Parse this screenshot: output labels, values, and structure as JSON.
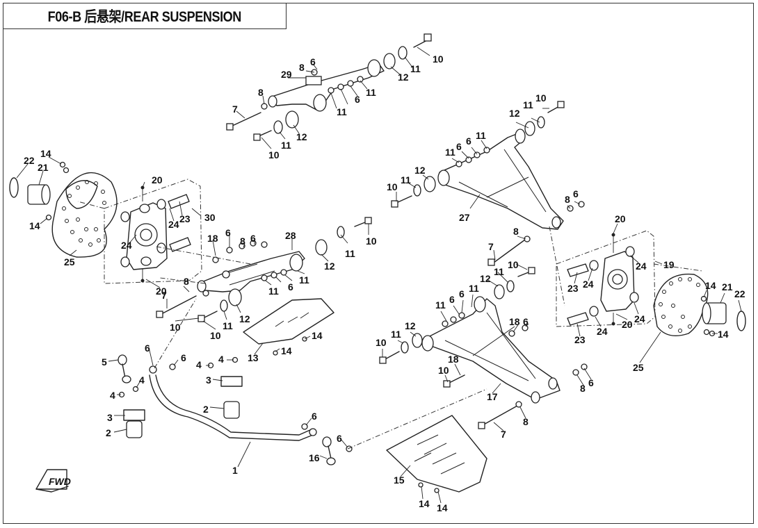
{
  "title": "F06-B 后悬架/REAR SUSPENSION",
  "fwd_marker": {
    "text": "FWD"
  },
  "labels": [
    {
      "id": "l10a",
      "text": "10"
    },
    {
      "id": "l11a",
      "text": "11"
    },
    {
      "id": "l12a",
      "text": "12"
    },
    {
      "id": "l8a",
      "text": "8"
    },
    {
      "id": "l6a",
      "text": "6"
    },
    {
      "id": "l29",
      "text": "29"
    },
    {
      "id": "l8b",
      "text": "8"
    },
    {
      "id": "l7a",
      "text": "7"
    },
    {
      "id": "l11b",
      "text": "11"
    },
    {
      "id": "l6b",
      "text": "6"
    },
    {
      "id": "l11c",
      "text": "11"
    },
    {
      "id": "l10b",
      "text": "10"
    },
    {
      "id": "l11d",
      "text": "11"
    },
    {
      "id": "l12b",
      "text": "12"
    },
    {
      "id": "l10c",
      "text": "10"
    },
    {
      "id": "l11e",
      "text": "11"
    },
    {
      "id": "l12c",
      "text": "12"
    },
    {
      "id": "l11f",
      "text": "11"
    },
    {
      "id": "l6c",
      "text": "6"
    },
    {
      "id": "l6d",
      "text": "6"
    },
    {
      "id": "l11g",
      "text": "11"
    },
    {
      "id": "l12d",
      "text": "12"
    },
    {
      "id": "l11h",
      "text": "11"
    },
    {
      "id": "l10d",
      "text": "10"
    },
    {
      "id": "l27",
      "text": "27"
    },
    {
      "id": "l8c",
      "text": "8"
    },
    {
      "id": "l6e",
      "text": "6"
    },
    {
      "id": "l8d",
      "text": "8"
    },
    {
      "id": "l7b",
      "text": "7"
    },
    {
      "id": "l22a",
      "text": "22"
    },
    {
      "id": "l21a",
      "text": "21"
    },
    {
      "id": "l14a",
      "text": "14"
    },
    {
      "id": "l20a",
      "text": "20"
    },
    {
      "id": "l14b",
      "text": "14"
    },
    {
      "id": "l23a",
      "text": "23"
    },
    {
      "id": "l24a",
      "text": "24"
    },
    {
      "id": "l24b",
      "text": "24"
    },
    {
      "id": "l25a",
      "text": "25"
    },
    {
      "id": "l30",
      "text": "30"
    },
    {
      "id": "l20b",
      "text": "20"
    },
    {
      "id": "l18a",
      "text": "18"
    },
    {
      "id": "l6f",
      "text": "6"
    },
    {
      "id": "l8e",
      "text": "8"
    },
    {
      "id": "l6g",
      "text": "6"
    },
    {
      "id": "l28",
      "text": "28"
    },
    {
      "id": "l11i",
      "text": "11"
    },
    {
      "id": "l10e",
      "text": "10"
    },
    {
      "id": "l12e",
      "text": "12"
    },
    {
      "id": "l11j",
      "text": "11"
    },
    {
      "id": "l6h",
      "text": "6"
    },
    {
      "id": "l11k",
      "text": "11"
    },
    {
      "id": "l8f",
      "text": "8"
    },
    {
      "id": "l7c",
      "text": "7"
    },
    {
      "id": "l10f",
      "text": "10"
    },
    {
      "id": "l11l",
      "text": "11"
    },
    {
      "id": "l12f",
      "text": "12"
    },
    {
      "id": "l10g",
      "text": "10"
    },
    {
      "id": "l13",
      "text": "13"
    },
    {
      "id": "l14c",
      "text": "14"
    },
    {
      "id": "l14d",
      "text": "14"
    },
    {
      "id": "l5",
      "text": "5"
    },
    {
      "id": "l6i",
      "text": "6"
    },
    {
      "id": "l6j",
      "text": "6"
    },
    {
      "id": "l4a",
      "text": "4"
    },
    {
      "id": "l4b",
      "text": "4"
    },
    {
      "id": "l3a",
      "text": "3"
    },
    {
      "id": "l4c",
      "text": "4"
    },
    {
      "id": "l4d",
      "text": "4"
    },
    {
      "id": "l3b",
      "text": "3"
    },
    {
      "id": "l2a",
      "text": "2"
    },
    {
      "id": "l2b",
      "text": "2"
    },
    {
      "id": "l1",
      "text": "1"
    },
    {
      "id": "l6k",
      "text": "6"
    },
    {
      "id": "l6l",
      "text": "6"
    },
    {
      "id": "l16",
      "text": "16"
    },
    {
      "id": "l12g",
      "text": "12"
    },
    {
      "id": "l11m",
      "text": "11"
    },
    {
      "id": "l6m",
      "text": "6"
    },
    {
      "id": "l6n",
      "text": "6"
    },
    {
      "id": "l11n",
      "text": "11"
    },
    {
      "id": "l11o",
      "text": "11"
    },
    {
      "id": "l12h",
      "text": "12"
    },
    {
      "id": "l11p",
      "text": "11"
    },
    {
      "id": "l10h",
      "text": "10"
    },
    {
      "id": "l10i",
      "text": "10"
    },
    {
      "id": "l18b",
      "text": "18"
    },
    {
      "id": "l6o",
      "text": "6"
    },
    {
      "id": "l18c",
      "text": "18"
    },
    {
      "id": "l10j",
      "text": "10"
    },
    {
      "id": "l17",
      "text": "17"
    },
    {
      "id": "l8g",
      "text": "8"
    },
    {
      "id": "l6p",
      "text": "6"
    },
    {
      "id": "l8h",
      "text": "8"
    },
    {
      "id": "l7d",
      "text": "7"
    },
    {
      "id": "l15",
      "text": "15"
    },
    {
      "id": "l14e",
      "text": "14"
    },
    {
      "id": "l14f",
      "text": "14"
    },
    {
      "id": "l20c",
      "text": "20"
    },
    {
      "id": "l19",
      "text": "19"
    },
    {
      "id": "l24c",
      "text": "24"
    },
    {
      "id": "l24d",
      "text": "24"
    },
    {
      "id": "l23b",
      "text": "23"
    },
    {
      "id": "l20d",
      "text": "20"
    },
    {
      "id": "l24e",
      "text": "24"
    },
    {
      "id": "l24f",
      "text": "24"
    },
    {
      "id": "l23c",
      "text": "23"
    },
    {
      "id": "l14g",
      "text": "14"
    },
    {
      "id": "l21b",
      "text": "21"
    },
    {
      "id": "l22b",
      "text": "22"
    },
    {
      "id": "l14h",
      "text": "14"
    },
    {
      "id": "l25b",
      "text": "25"
    }
  ]
}
